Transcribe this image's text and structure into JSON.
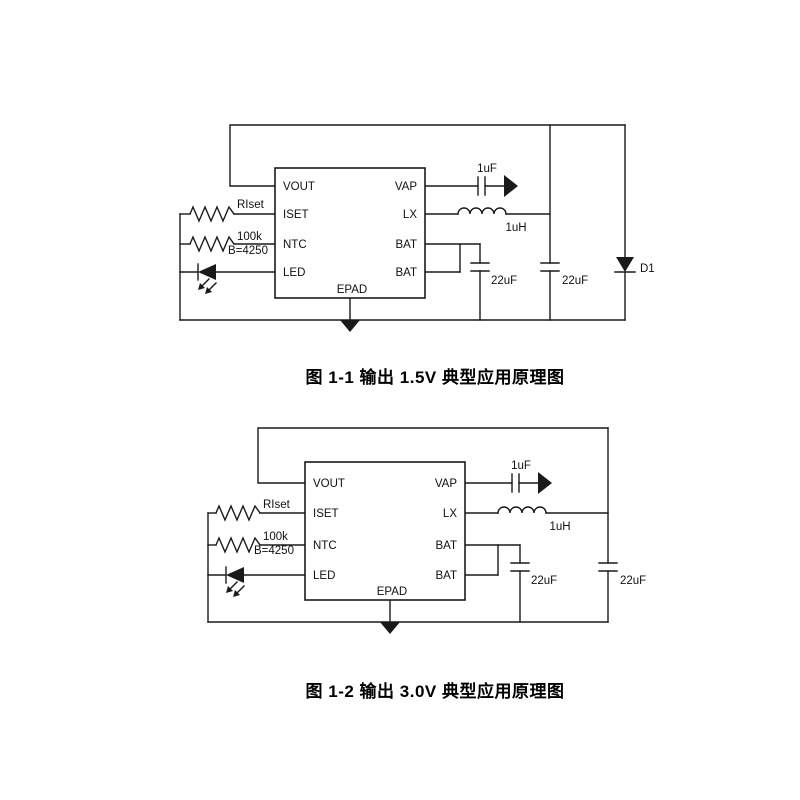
{
  "document": {
    "background": "#ffffff",
    "line_color": "#1a1a1a"
  },
  "fig1": {
    "caption": "图  1-1  输出 1.5V 典型应用原理图",
    "pins_left": [
      "VOUT",
      "ISET",
      "NTC",
      "LED"
    ],
    "pins_right": [
      "VAP",
      "LX",
      "BAT",
      "BAT"
    ],
    "epad": "EPAD",
    "riset": "RIset",
    "ntc_value": "100k",
    "ntc_beta": "B=4250",
    "cap_vap": "1uF",
    "inductor": "1uH",
    "cap_bat": "22uF",
    "cap_out": "22uF",
    "diode": "D1"
  },
  "fig2": {
    "caption": "图  1-2  输出 3.0V 典型应用原理图",
    "pins_left": [
      "VOUT",
      "ISET",
      "NTC",
      "LED"
    ],
    "pins_right": [
      "VAP",
      "LX",
      "BAT",
      "BAT"
    ],
    "epad": "EPAD",
    "riset": "RIset",
    "ntc_value": "100k",
    "ntc_beta": "B=4250",
    "cap_vap": "1uF",
    "inductor": "1uH",
    "cap_bat": "22uF",
    "cap_out": "22uF"
  }
}
